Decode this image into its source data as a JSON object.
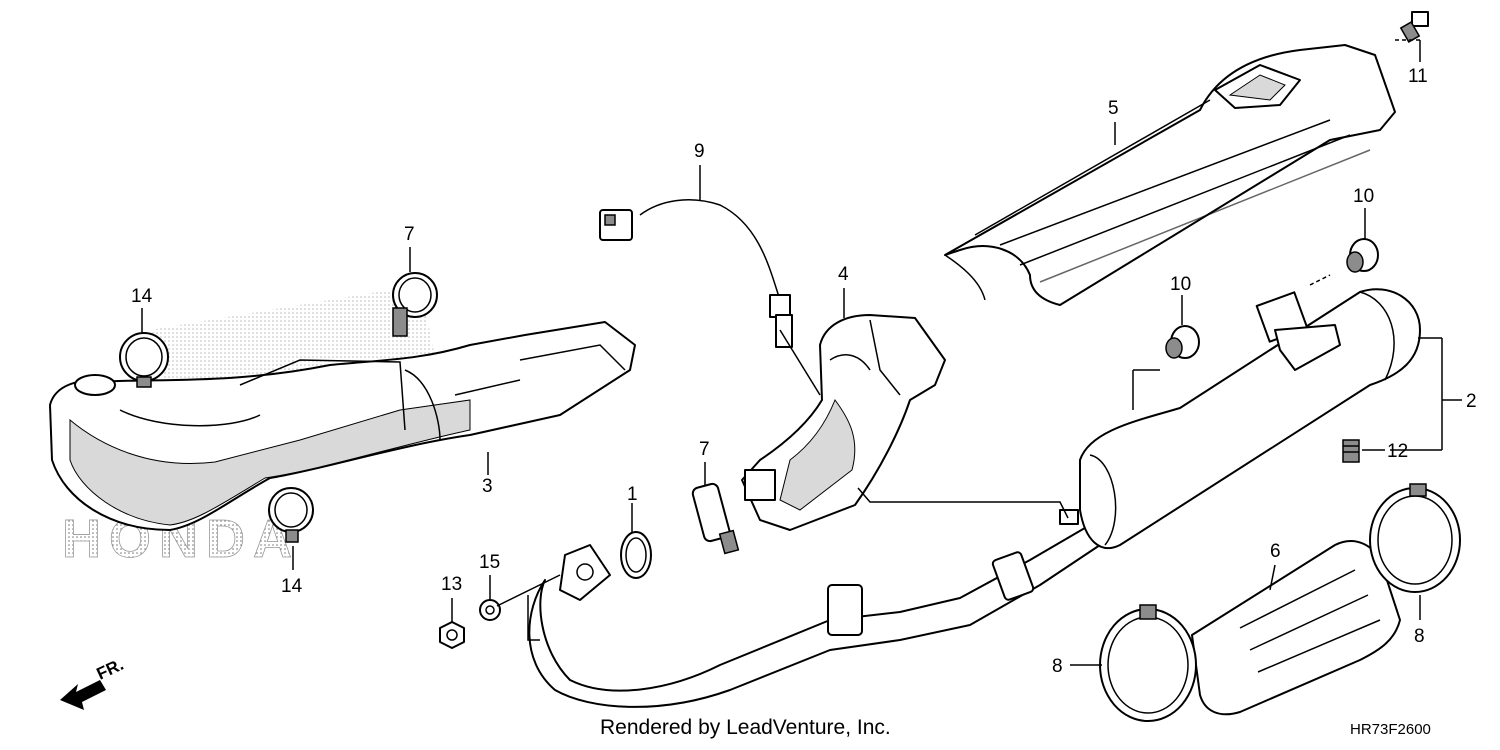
{
  "diagram": {
    "watermark": "HONDA",
    "credit": "Rendered by LeadVenture, Inc.",
    "diagram_code": "HR73F2600",
    "direction_label": "FR.",
    "callouts": [
      {
        "id": "1",
        "label": "1"
      },
      {
        "id": "2",
        "label": "2"
      },
      {
        "id": "3",
        "label": "3"
      },
      {
        "id": "4",
        "label": "4"
      },
      {
        "id": "5",
        "label": "5"
      },
      {
        "id": "6",
        "label": "6"
      },
      {
        "id": "7a",
        "label": "7"
      },
      {
        "id": "7b",
        "label": "7"
      },
      {
        "id": "8a",
        "label": "8"
      },
      {
        "id": "8b",
        "label": "8"
      },
      {
        "id": "9",
        "label": "9"
      },
      {
        "id": "10a",
        "label": "10"
      },
      {
        "id": "10b",
        "label": "10"
      },
      {
        "id": "11",
        "label": "11"
      },
      {
        "id": "12",
        "label": "12"
      },
      {
        "id": "13",
        "label": "13"
      },
      {
        "id": "14a",
        "label": "14"
      },
      {
        "id": "14b",
        "label": "14"
      },
      {
        "id": "15",
        "label": "15"
      }
    ]
  }
}
